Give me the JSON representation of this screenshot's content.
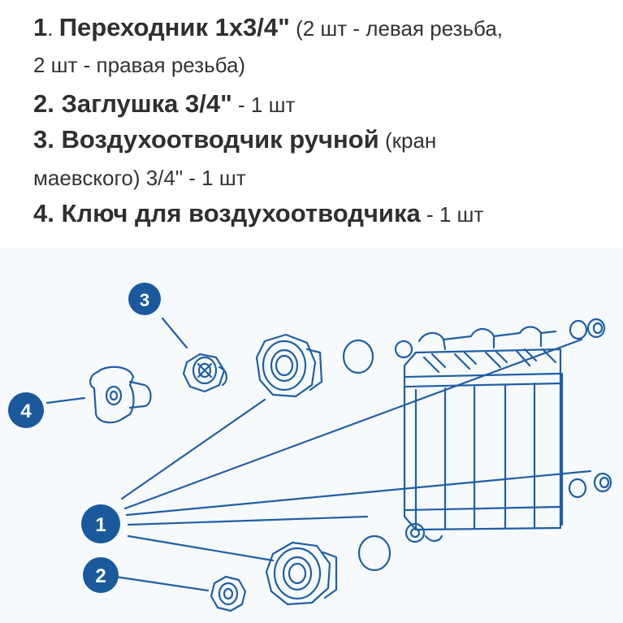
{
  "items": [
    {
      "num": "1",
      "sep": ". ",
      "name": "Переходник 1х3/4\"",
      "detail": " (2 шт - левая резьба,",
      "detail2": "2 шт - правая резьба)"
    },
    {
      "num": "2.",
      "name": " Заглушка 3/4\"",
      "detail": " - 1 шт"
    },
    {
      "num": "3.",
      "name": " Воздухоотводчик ручной",
      "detail": " (кран",
      "detail2": "маевского) 3/4\" - 1 шт"
    },
    {
      "num": "4.",
      "name": " Ключ для воздухоотводчика",
      "detail": " - 1 шт"
    }
  ],
  "diagram": {
    "callouts": [
      "3",
      "4",
      "1",
      "2"
    ],
    "colors": {
      "ink": "#1f5fa6",
      "callout_fill": "#1a5a9c",
      "callout_text": "#ffffff",
      "paper": "#f7fafd"
    }
  }
}
